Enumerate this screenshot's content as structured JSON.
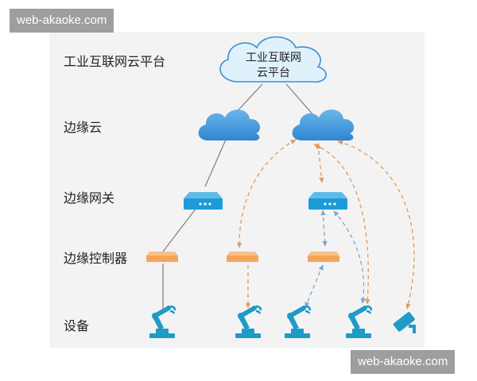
{
  "watermark_top": "web-akaoke.com",
  "watermark_bottom": "web-akaoke.com",
  "layers": {
    "platform": "工业互联网云平台",
    "edge_cloud": "边缘云",
    "edge_gateway": "边缘网关",
    "edge_controller": "边缘控制器",
    "devices": "设备"
  },
  "platform_cloud": {
    "line1": "工业互联网",
    "line2": "云平台"
  },
  "colors": {
    "solid_link": "#7f7f7f",
    "dashed_link": "#e09a5a",
    "dashed_link_blue": "#7ea6c8",
    "cloud_blue": "#3a8fd6",
    "cloud_pale": "#dff1fb",
    "gateway": "#1d9bd8",
    "controller": "#f5a55a",
    "robot": "#1e9bc6"
  },
  "icons": [
    "cloud-icon",
    "gateway-icon",
    "controller-icon",
    "robot-arm-icon",
    "camera-icon"
  ]
}
